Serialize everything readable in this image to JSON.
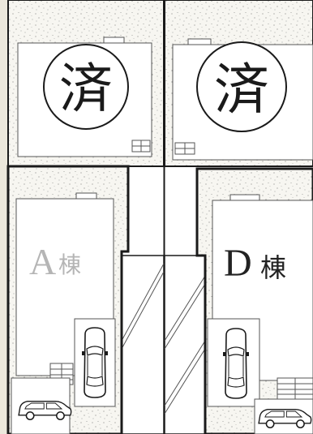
{
  "lots": {
    "top_left": {
      "mark": "済"
    },
    "top_right": {
      "mark": "済"
    },
    "a": {
      "letter": "A",
      "suffix": "棟"
    },
    "d": {
      "letter": "D",
      "suffix": "棟"
    }
  },
  "colors": {
    "background": "#ece8dc",
    "paper": "#ffffff",
    "line": "#1a1a1a",
    "dots": "#8a8a8a",
    "a_label": "#b5b5b5",
    "d_label": "#222222"
  },
  "icons": [
    "car-top-view-icon",
    "staircase-steps-icon",
    "air-conditioner-unit-icon"
  ]
}
